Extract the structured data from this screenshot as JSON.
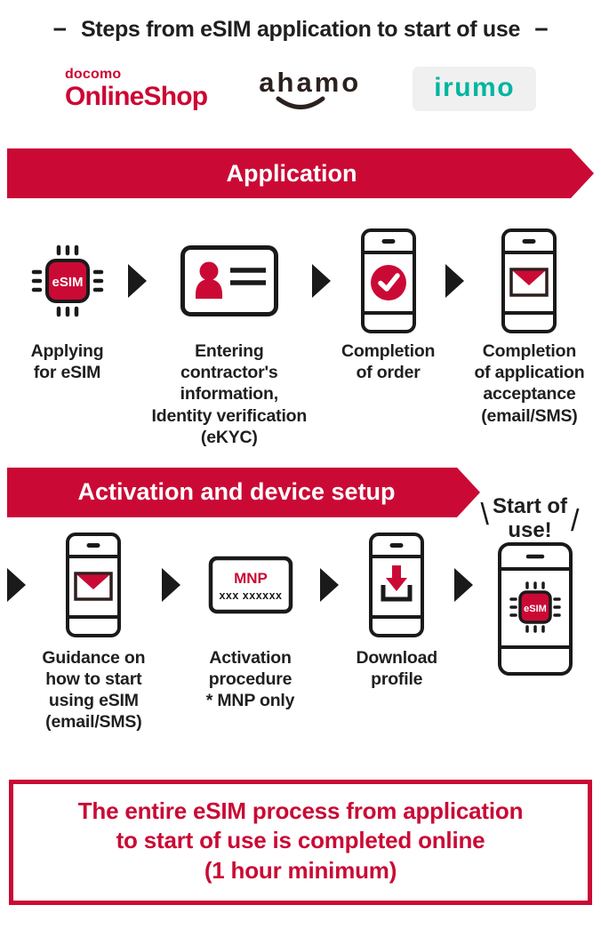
{
  "colors": {
    "crimson": "#CA0A35",
    "dark": "#1A1A1A",
    "irumo_teal": "#00B5A0",
    "irumo_bg": "#F0F0F0",
    "ahamo_dark": "#2B211E",
    "docomo_red": "#CC0633"
  },
  "header": {
    "dash_left": "−",
    "title": "Steps from eSIM application to start of use",
    "dash_right": "−"
  },
  "logos": {
    "docomo_line1": "docomo",
    "docomo_line2": "OnlineShop",
    "ahamo": "ahamo",
    "irumo": "irumo"
  },
  "esim_chip_label": "eSIM",
  "mnp_card": {
    "title": "MNP",
    "number": "xxx xxxxxx"
  },
  "sections": [
    {
      "banner": "Application",
      "steps": [
        {
          "icon": "esim-chip",
          "label": "Applying\nfor eSIM"
        },
        {
          "icon": "id-card",
          "label": "Entering\ncontractor's\ninformation,\nIdentity verification\n(eKYC)"
        },
        {
          "icon": "phone-check",
          "label": "Completion\nof order"
        },
        {
          "icon": "phone-mail",
          "label": "Completion\nof application\nacceptance\n(email/SMS)"
        }
      ]
    },
    {
      "banner": "Activation and device setup",
      "start_of_use": {
        "slash_left": "\\",
        "text": "Start of\nuse!",
        "slash_right": "/"
      },
      "steps": [
        {
          "icon": "phone-mail",
          "label": "Guidance on\nhow to start\nusing eSIM\n(email/SMS)"
        },
        {
          "icon": "mnp-card",
          "label": "Activation\nprocedure\n* MNP only"
        },
        {
          "icon": "phone-download",
          "label": "Download\nprofile"
        },
        {
          "icon": "phone-esim",
          "label": ""
        }
      ]
    }
  ],
  "footer": {
    "text": "The entire eSIM process from application\nto start of use is completed online\n(1 hour minimum)"
  }
}
